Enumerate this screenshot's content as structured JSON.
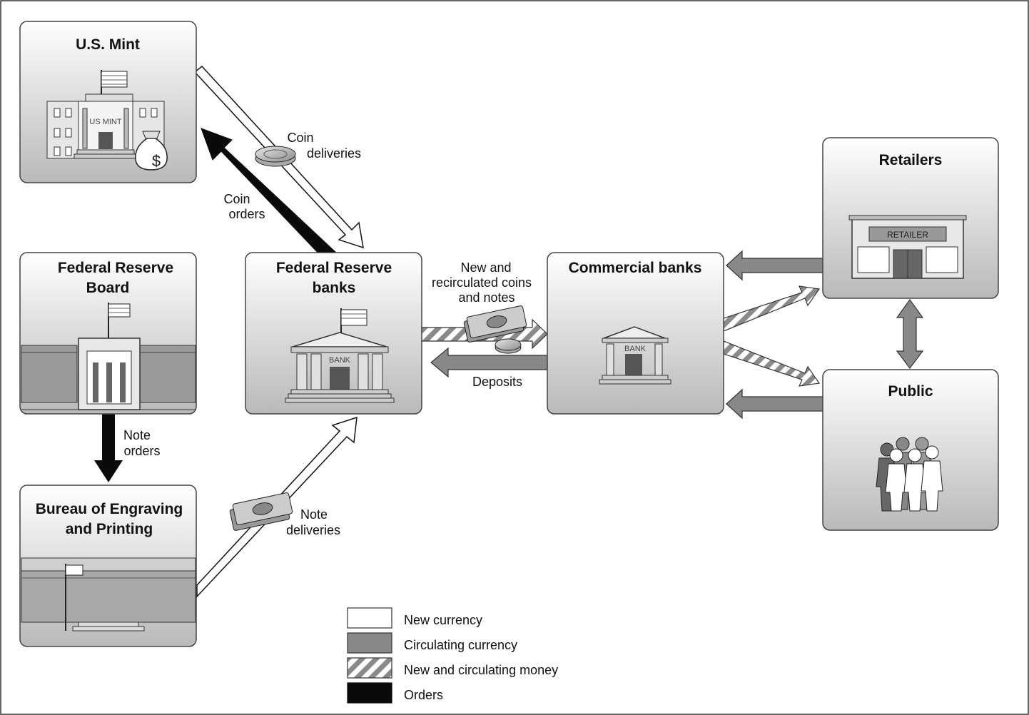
{
  "nodes": {
    "mint": {
      "title": "U.S. Mint",
      "sign": "US MINT",
      "bag_symbol": "$"
    },
    "board": {
      "title_line1": "Federal Reserve",
      "title_line2": "Board"
    },
    "bep": {
      "title_line1": "Bureau of Engraving",
      "title_line2": "and Printing"
    },
    "frb": {
      "title_line1": "Federal Reserve",
      "title_line2": "banks",
      "sign": "BANK"
    },
    "commercial": {
      "title": "Commercial banks",
      "sign": "BANK"
    },
    "retailers": {
      "title": "Retailers",
      "sign": "RETAILER"
    },
    "public": {
      "title": "Public"
    }
  },
  "flows": {
    "coin_deliveries": [
      "Coin",
      "deliveries"
    ],
    "coin_orders": [
      "Coin",
      "orders"
    ],
    "note_orders": [
      "Note",
      "orders"
    ],
    "note_deliveries": [
      "Note",
      "deliveries"
    ],
    "new_and_recirculated": [
      "New and",
      "recirculated coins",
      "and notes"
    ],
    "deposits": "Deposits"
  },
  "legend": [
    {
      "key": "new",
      "label": "New currency",
      "color": "#ffffff"
    },
    {
      "key": "circulating",
      "label": "Circulating currency",
      "color": "#888888"
    },
    {
      "key": "mixed",
      "label": "New and circulating money",
      "color": "hatched"
    },
    {
      "key": "orders",
      "label": "Orders",
      "color": "#0a0a0a"
    }
  ]
}
